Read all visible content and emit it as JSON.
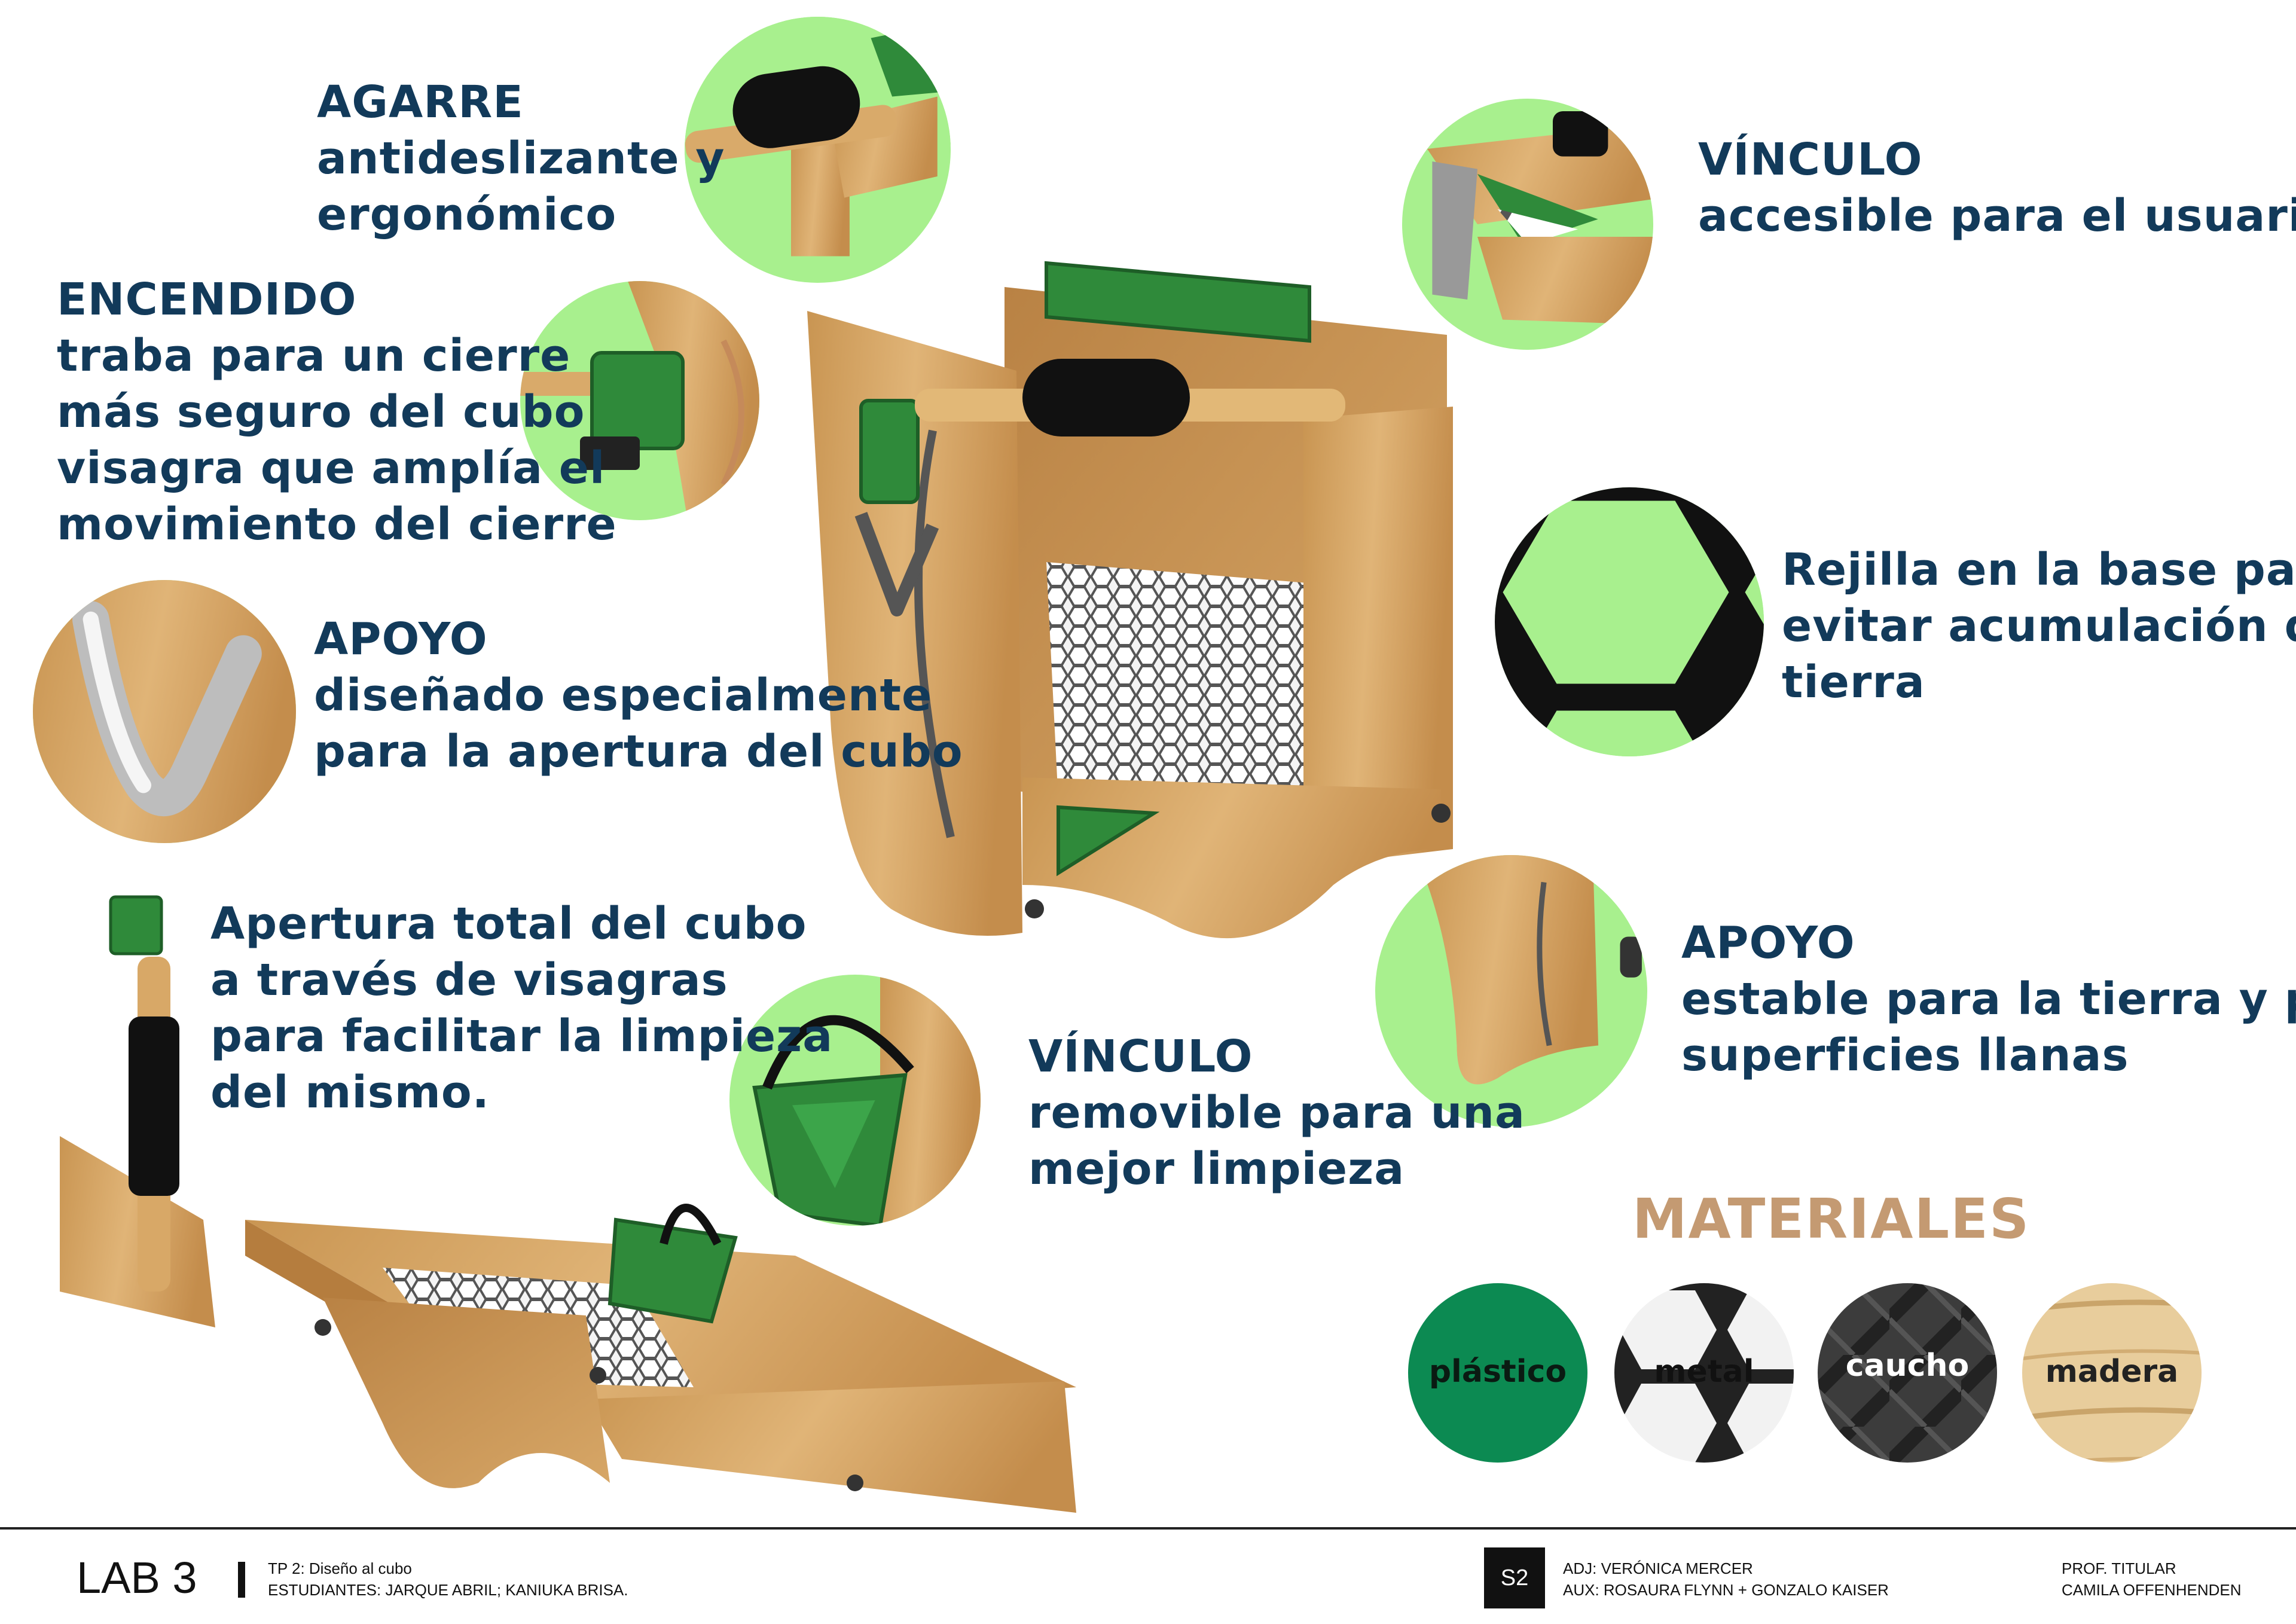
{
  "callouts": {
    "agarre": {
      "title": "AGARRE",
      "lines": [
        "antideslizante y",
        "ergonómico"
      ]
    },
    "encendido": {
      "title": "ENCENDIDO",
      "lines": [
        "traba para un cierre",
        "más seguro del cubo",
        "visagra que amplía el",
        "movimiento del cierre"
      ]
    },
    "apoyo_top": {
      "title": "APOYO",
      "lines": [
        "diseñado especialmente",
        "para la apertura del cubo"
      ]
    },
    "apertura": {
      "lines": [
        "Apertura total del cubo",
        "a través de visagras",
        "para facilitar la limpieza",
        "del mismo."
      ]
    },
    "vinculo_top": {
      "title": "VÍNCULO",
      "lines": [
        "accesible para el usuario"
      ]
    },
    "rejilla": {
      "lines": [
        "Rejilla en la base para",
        "evitar acumulación de",
        "tierra"
      ]
    },
    "apoyo_right": {
      "title": "APOYO",
      "lines": [
        "estable para la tierra y para",
        "superficies llanas"
      ]
    },
    "vinculo_bottom": {
      "title": "VÍNCULO",
      "lines": [
        "removible para una",
        "mejor limpieza"
      ]
    }
  },
  "materials": {
    "title": "MATERIALES",
    "items": [
      {
        "label": "plástico",
        "color": "#0c8a52"
      },
      {
        "label": "metal",
        "color": "#4a4a4a"
      },
      {
        "label": "caucho",
        "color": "#3a3a3a"
      },
      {
        "label": "madera",
        "color": "#e6c995"
      }
    ]
  },
  "footer": {
    "lab": "LAB 3",
    "tp": "TP 2: Diseño al cubo",
    "students": "ESTUDIANTES:  JARQUE ABRIL; KANIUKA BRISA.",
    "badge": "S2",
    "adj": "ADJ:  VERÓNICA MERCER",
    "aux": "AUX:  ROSAURA FLYNN + GONZALO KAISER",
    "prof_label": "PROF. TITULAR",
    "prof_name": "CAMILA OFFENHENDEN"
  },
  "colors": {
    "text": "#123a5a",
    "circle": "#a8f08e",
    "accent_title": "#c49a72",
    "wood": "#d6a866",
    "green": "#2f8a3a"
  }
}
